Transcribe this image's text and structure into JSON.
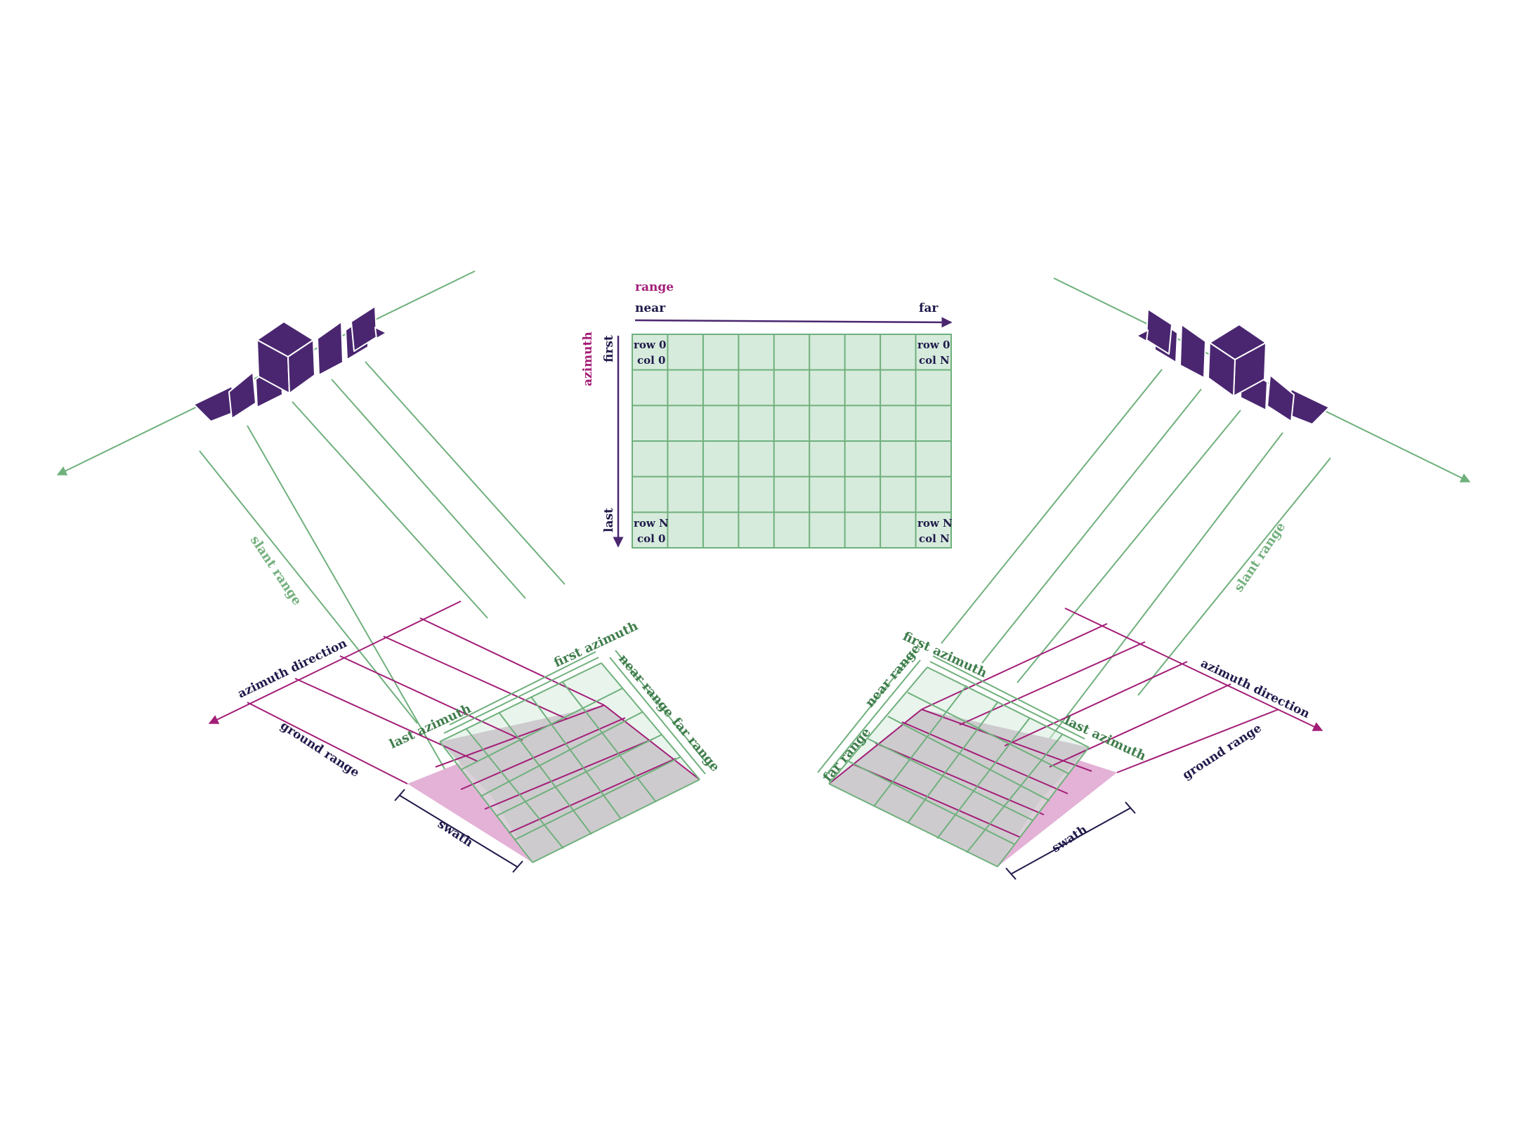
{
  "colors": {
    "satellite": "#4a2670",
    "slant_ray": "#6fb07c",
    "image_grid_fill": "#d6ebdc",
    "image_grid_line": "#6fb07c",
    "ground_grid_line": "#a31e78",
    "ground_fill": "#e3b2d6",
    "overlap_fill": "#c3a5bc",
    "label_dark": "#1f1a4a",
    "label_green": "#3f7d4c",
    "label_magenta": "#a31e78"
  },
  "image_grid": {
    "range_label": "range",
    "near_label": "near",
    "far_label": "far",
    "azimuth_label": "azimuth",
    "first_label": "first",
    "last_label": "last",
    "corner_top_left": {
      "row": "row 0",
      "col": "col 0"
    },
    "corner_top_right": {
      "row": "row 0",
      "col": "col N"
    },
    "corner_bottom_left": {
      "row": "row N",
      "col": "col 0"
    },
    "corner_bottom_right": {
      "row": "row N",
      "col": "col N"
    }
  },
  "left_view": {
    "slant_range": "slant range",
    "azimuth_direction": "azimuth direction",
    "ground_range": "ground range",
    "swath": "swath",
    "first_azimuth": "first azimuth",
    "last_azimuth": "last azimuth",
    "near_range": "near range",
    "far_range": "far range"
  },
  "right_view": {
    "slant_range": "slant range",
    "azimuth_direction": "azimuth direction",
    "ground_range": "ground range",
    "swath": "swath",
    "first_azimuth": "first azimuth",
    "last_azimuth": "last azimuth",
    "near_range": "near range",
    "far_range": "far range"
  }
}
